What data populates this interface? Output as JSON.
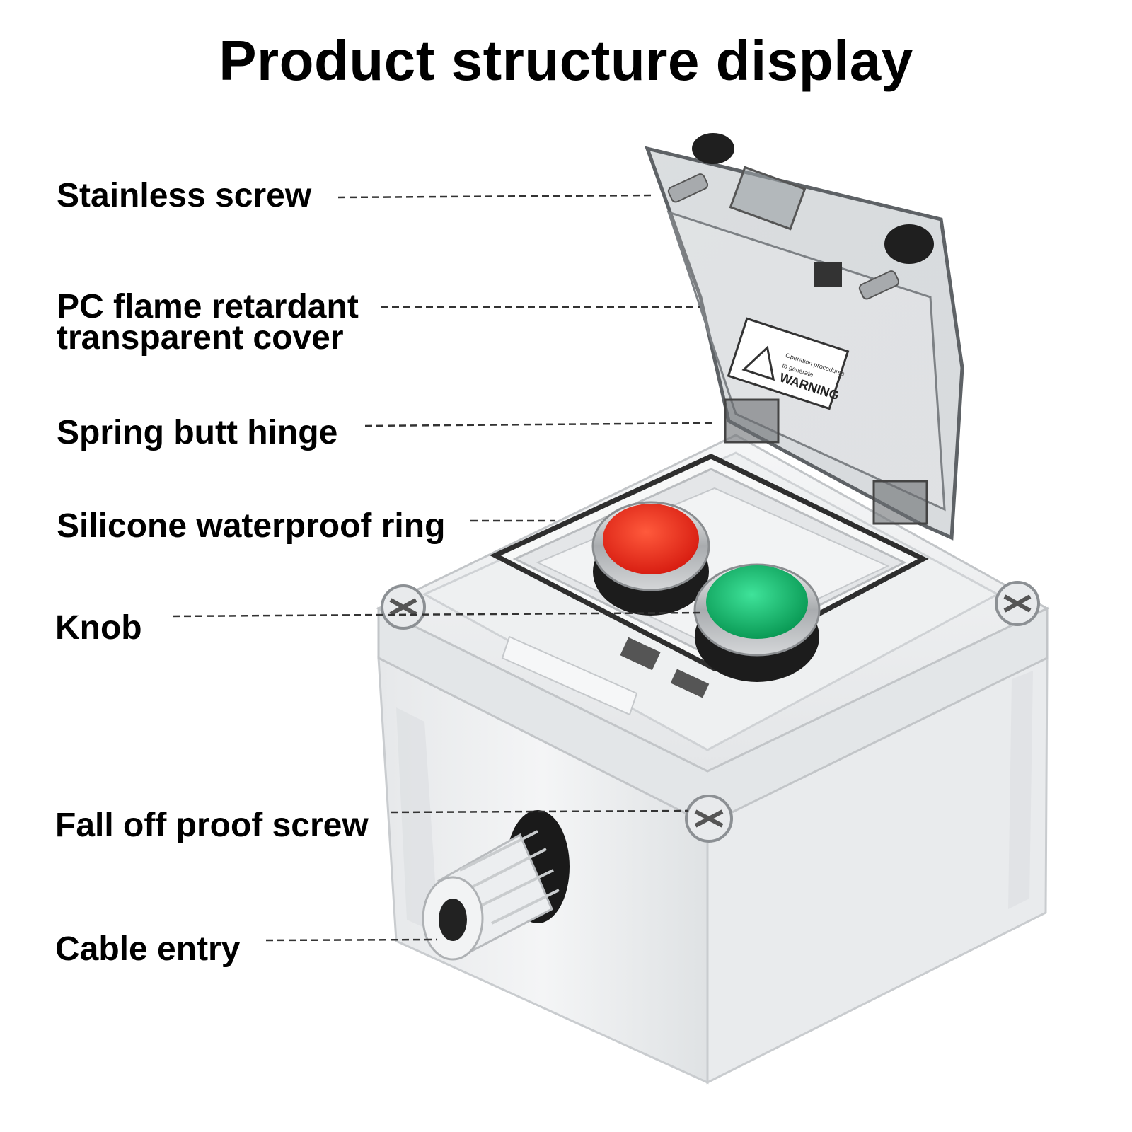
{
  "title": "Product structure display",
  "labels": {
    "stainless_screw": "Stainless screw",
    "pc_cover_line1": "PC flame retardant",
    "pc_cover_line2": "transparent cover",
    "spring_hinge": "Spring butt hinge",
    "silicone_ring": "Silicone waterproof ring",
    "knob": "Knob",
    "fall_off_screw": "Fall off proof screw",
    "cable_entry": "Cable entry"
  },
  "cover_sticker": {
    "heading": "WARNING",
    "line1": "Operation procedures",
    "line2": "to generate"
  },
  "colors": {
    "red_button": "#e8281c",
    "green_button": "#10b86a",
    "enclosure": "#eceef0",
    "leader_line": "#333333"
  }
}
